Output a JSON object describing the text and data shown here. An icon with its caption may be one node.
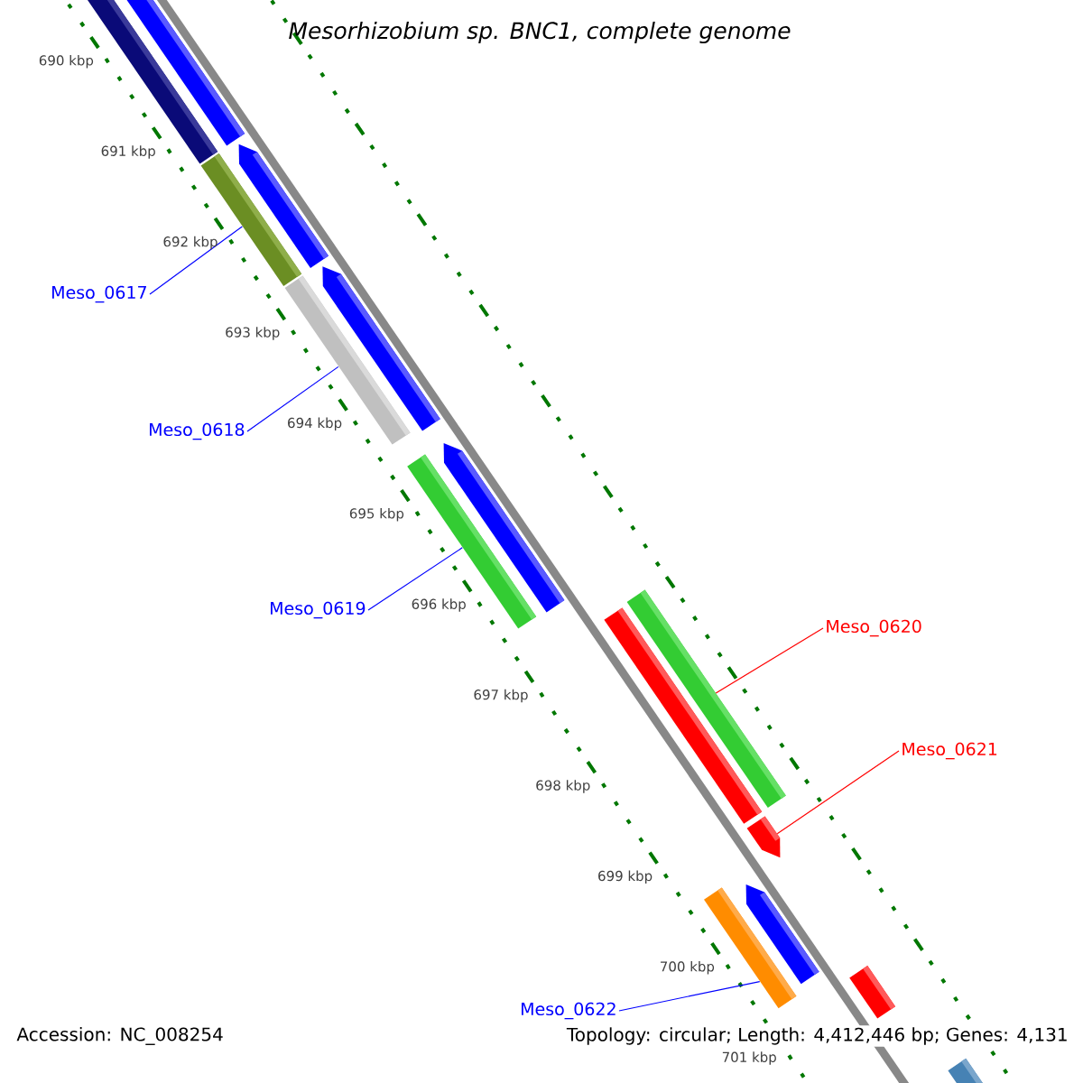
{
  "diagram": {
    "title": "Mesorhizobium sp. BNC1, complete genome",
    "nodes": [
      {
        "text": [
          "Meso_0617"
        ]
      },
      {
        "text": [],
        "shape": "bar"
      },
      {
        "text": [
          "Meso_0618"
        ]
      },
      {
        "text": [],
        "shape": "bar"
      },
      {
        "text": [
          "Meso_0619"
        ]
      },
      {
        "text": [],
        "shape": "bar"
      },
      {
        "text": [
          "Meso_0620"
        ]
      },
      {
        "text": [],
        "shape": "bar"
      },
      {
        "text": [
          "Meso_0621"
        ]
      },
      {
        "text": [],
        "shape": "bar"
      },
      {
        "text": [
          "Meso_0622"
        ]
      },
      {
        "text": [],
        "shape": "bar"
      },
      {
        "text": [],
        "shape": "bar"
      },
      {
        "text": [],
        "shape": "bar"
      },
      {
        "text": [],
        "shape": "bar"
      },
      {
        "text": [],
        "shape": "bar"
      },
      {
        "text": [],
        "shape": "bar"
      },
      {
        "text": [],
        "shape": "bar"
      },
      {
        "text": [],
        "shape": "bar"
      },
      {
        "text": [],
        "shape": "bar"
      },
      {
        "text": [],
        "shape": "bar"
      }
    ],
    "edges": [
      {
        "from": 0,
        "to": 1,
        "arrow": "none"
      },
      {
        "from": 2,
        "to": 3,
        "arrow": "none"
      },
      {
        "from": 4,
        "to": 5,
        "arrow": "none"
      },
      {
        "from": 6,
        "to": 7,
        "arrow": "none",
        "color": "#ff0000"
      },
      {
        "from": 8,
        "to": 9,
        "arrow": "none",
        "color": "#ff0000"
      },
      {
        "from": 10,
        "to": 11,
        "arrow": "none"
      }
    ],
    "labels": [
      "690 kbp",
      "691 kbp",
      "692 kbp",
      "693 kbp",
      "694 kbp",
      "695 kbp",
      "696 kbp",
      "697 kbp",
      "698 kbp",
      "699 kbp",
      "700 kbp",
      "701 kbp",
      "Accession: NC_008254",
      "Topology: circular; Length: 4,412,446 bp; Genes: 4,131"
    ]
  }
}
